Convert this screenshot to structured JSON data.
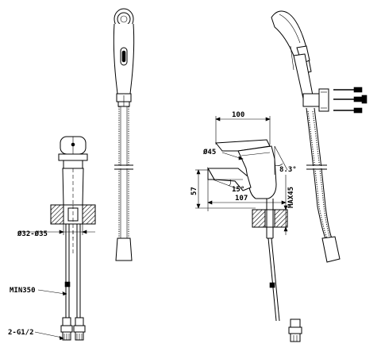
{
  "labels": {
    "hose_length": "MIN350",
    "connection": "2-G1/2",
    "hole_diameter": "Ø32-Ø35",
    "body_diameter": "Ø45",
    "top_length": "100",
    "reach": "107",
    "spout_height": "57",
    "max_thickness": "MAX45",
    "tilt_angle": "8.3°",
    "spout_angle": "15°"
  }
}
